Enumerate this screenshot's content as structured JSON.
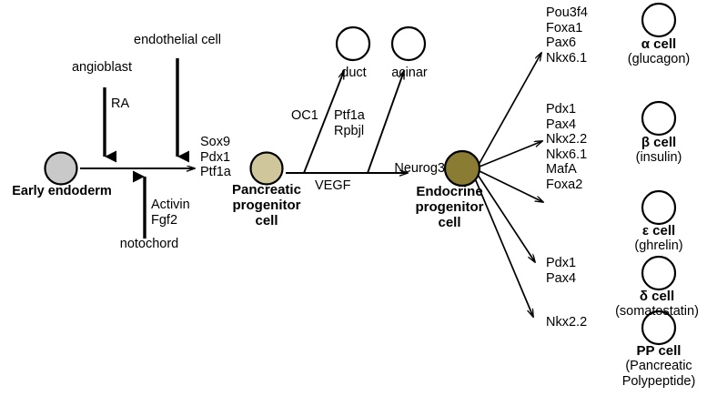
{
  "figure": {
    "title": "Pancreatic endocrine cell differentiation pathway"
  },
  "stages": {
    "early_endoderm": {
      "label": "Early endoderm",
      "fill": "#c9c9c9",
      "stroke": "#000000"
    },
    "pancreatic_progenitor": {
      "label_line1": "Pancreatic",
      "label_line2": "progenitor",
      "label_line3": "cell",
      "genes": "Sox9\nPdx1\nPtf1a",
      "fill": "#cfc79b",
      "stroke": "#000000"
    },
    "endocrine_progenitor": {
      "label_line1": "Endocrine",
      "label_line2": "progenitor",
      "label_line3": "cell",
      "marker": "Neurog3",
      "fill": "#8b7c33",
      "stroke": "#000000"
    }
  },
  "signals": {
    "angioblast": "angioblast",
    "endothelial_cell": "endothelial cell",
    "ra": "RA",
    "notochord": "notochord",
    "activin_fgf2": "Activin\nFgf2",
    "oc1": "OC1",
    "ptf1a_rpbjl": "Ptf1a\nRpbjl",
    "vegf": "VEGF"
  },
  "exocrine": [
    {
      "label": "duct",
      "fill": "#ffffff"
    },
    {
      "label": "acinar",
      "fill": "#ffffff"
    }
  ],
  "endocrine_outputs": [
    {
      "genes": "Pou3f4\nFoxa1\nPax6\nNkx6.1",
      "cell_name": "α cell",
      "hormone": "(glucagon)",
      "fill": "#ffffff"
    },
    {
      "genes": "Pdx1\nPax4\nNkx2.2\nNkx6.1\nMafA\nFoxa2",
      "cell_name": "β cell",
      "hormone": "(insulin)",
      "fill": "#ffffff"
    },
    {
      "genes": "",
      "cell_name": "ε cell",
      "hormone": "(ghrelin)",
      "fill": "#ffffff"
    },
    {
      "genes": "Pdx1\nPax4",
      "cell_name": "δ cell",
      "hormone": "(somatostatin)",
      "fill": "#ffffff"
    },
    {
      "genes": "Nkx2.2",
      "cell_name": "PP cell",
      "hormone": "(Pancreatic\nPolypeptide)",
      "fill": "#ffffff"
    }
  ],
  "colors": {
    "line": "#000000",
    "background": "#ffffff"
  }
}
